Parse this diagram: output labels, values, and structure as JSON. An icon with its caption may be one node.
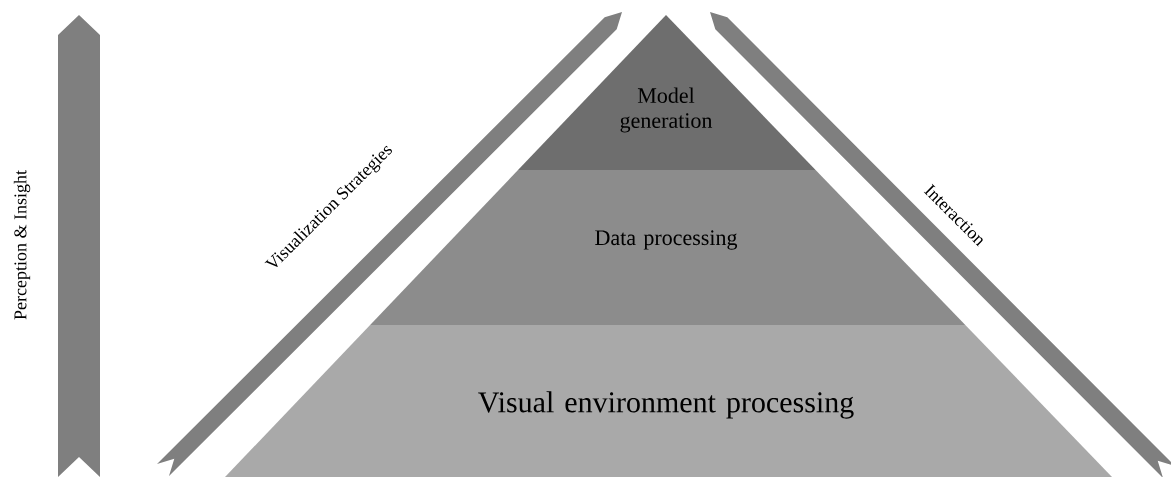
{
  "diagram": {
    "nodes": [
      {
        "text": [
          "Model generation"
        ]
      },
      {
        "text": [
          "Data processing"
        ]
      },
      {
        "text": [
          "Visual environment processing"
        ]
      }
    ],
    "labels": [
      "Perception & Insight",
      "Visualization Strategies",
      "Interaction"
    ]
  }
}
